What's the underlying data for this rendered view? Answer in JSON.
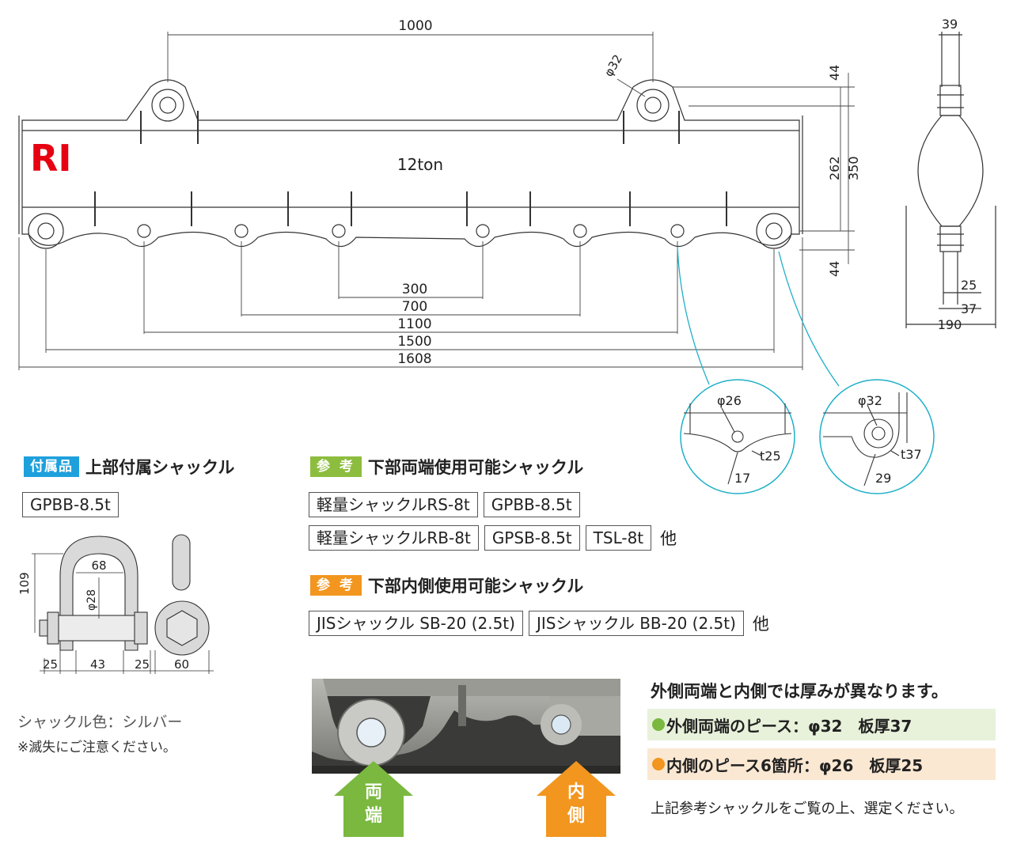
{
  "drawing": {
    "logo": "RI",
    "capacity": "12ton",
    "dims": {
      "top_span": "1000",
      "hole_top": "φ32",
      "h_44_top": "44",
      "h_262": "262",
      "h_350": "350",
      "h_44_bottom": "44",
      "d_300": "300",
      "d_700": "700",
      "d_1100": "1100",
      "d_1500": "1500",
      "d_1608": "1608",
      "side_39": "39",
      "side_25": "25",
      "side_37": "37",
      "side_190": "190"
    },
    "detail_inner": {
      "hole": "φ26",
      "thickness": "t25",
      "dim": "17"
    },
    "detail_outer": {
      "hole": "φ32",
      "thickness": "t37",
      "dim": "29"
    }
  },
  "accessory": {
    "tag": "付属品",
    "title": "上部付属シャックル",
    "model": "GPBB-8.5t",
    "dims": {
      "d109": "109",
      "d68": "68",
      "d28": "φ28",
      "d25a": "25",
      "d43": "43",
      "d25b": "25",
      "d60": "60"
    },
    "color_note": "シャックル色：シルバー",
    "loss_note": "※滅失にご注意ください。"
  },
  "ref_end": {
    "tag": "参 考",
    "title": "下部両端使用可能シャックル",
    "row1": [
      "軽量シャックルRS-8t",
      "GPBB-8.5t"
    ],
    "row2": [
      "軽量シャックルRB-8t",
      "GPSB-8.5t",
      "TSL-8t"
    ],
    "etc": "他"
  },
  "ref_inner": {
    "tag": "参 考",
    "title": "下部内側使用可能シャックル",
    "row": [
      "JISシャックル SB-20 (2.5t)",
      "JISシャックル BB-20 (2.5t)"
    ],
    "etc": "他"
  },
  "photo": {
    "arrow_left": "両端",
    "arrow_right": "内側",
    "arrow_left_color": "#7ab83f",
    "arrow_right_color": "#f2961f"
  },
  "thickness_info": {
    "heading": "外側両端と内側では厚みが異なります。",
    "outer": "外側両端のピース：φ32　板厚37",
    "inner": "内側のピース6箇所：φ26　板厚25",
    "outer_bg": "#e8f1da",
    "inner_bg": "#fbe8d3",
    "footer": "上記参考シャックルをご覧の上、選定ください。"
  }
}
